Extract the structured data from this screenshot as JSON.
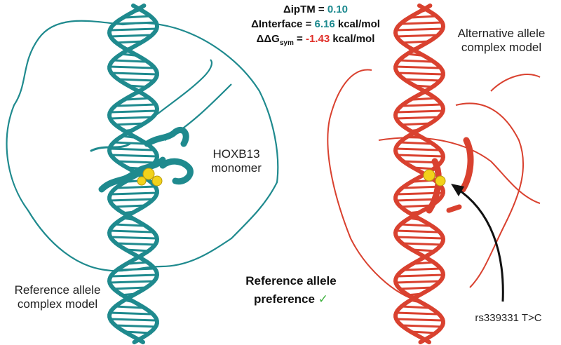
{
  "metrics": {
    "line1_label": "ΔipTM = ",
    "line1_value": "0.10",
    "line2_label": "ΔInterface = ",
    "line2_value": "6.16",
    "line2_unit": " kcal/mol",
    "line3_label": "ΔΔG",
    "line3_sub": "sym",
    "line3_eq": " = ",
    "line3_value": "-1.43",
    "line3_unit": " kcal/mol"
  },
  "labels": {
    "hoxb13_line1": "HOXB13",
    "hoxb13_line2": "monomer",
    "alt_line1": "Alternative allele",
    "alt_line2": "complex model",
    "ref_line1": "Reference allele",
    "ref_line2": "complex model",
    "pref_line1": "Reference allele",
    "pref_line2": "preference",
    "check": "✓",
    "variant": "rs339331 T>C"
  },
  "colors": {
    "reference_model": "#1f8a8e",
    "alternative_model": "#d9412f",
    "variant_atoms": "#f2d21b",
    "metric_teal": "#1d8a8f",
    "metric_red": "#e0302a",
    "check_green": "#3fb13f"
  }
}
